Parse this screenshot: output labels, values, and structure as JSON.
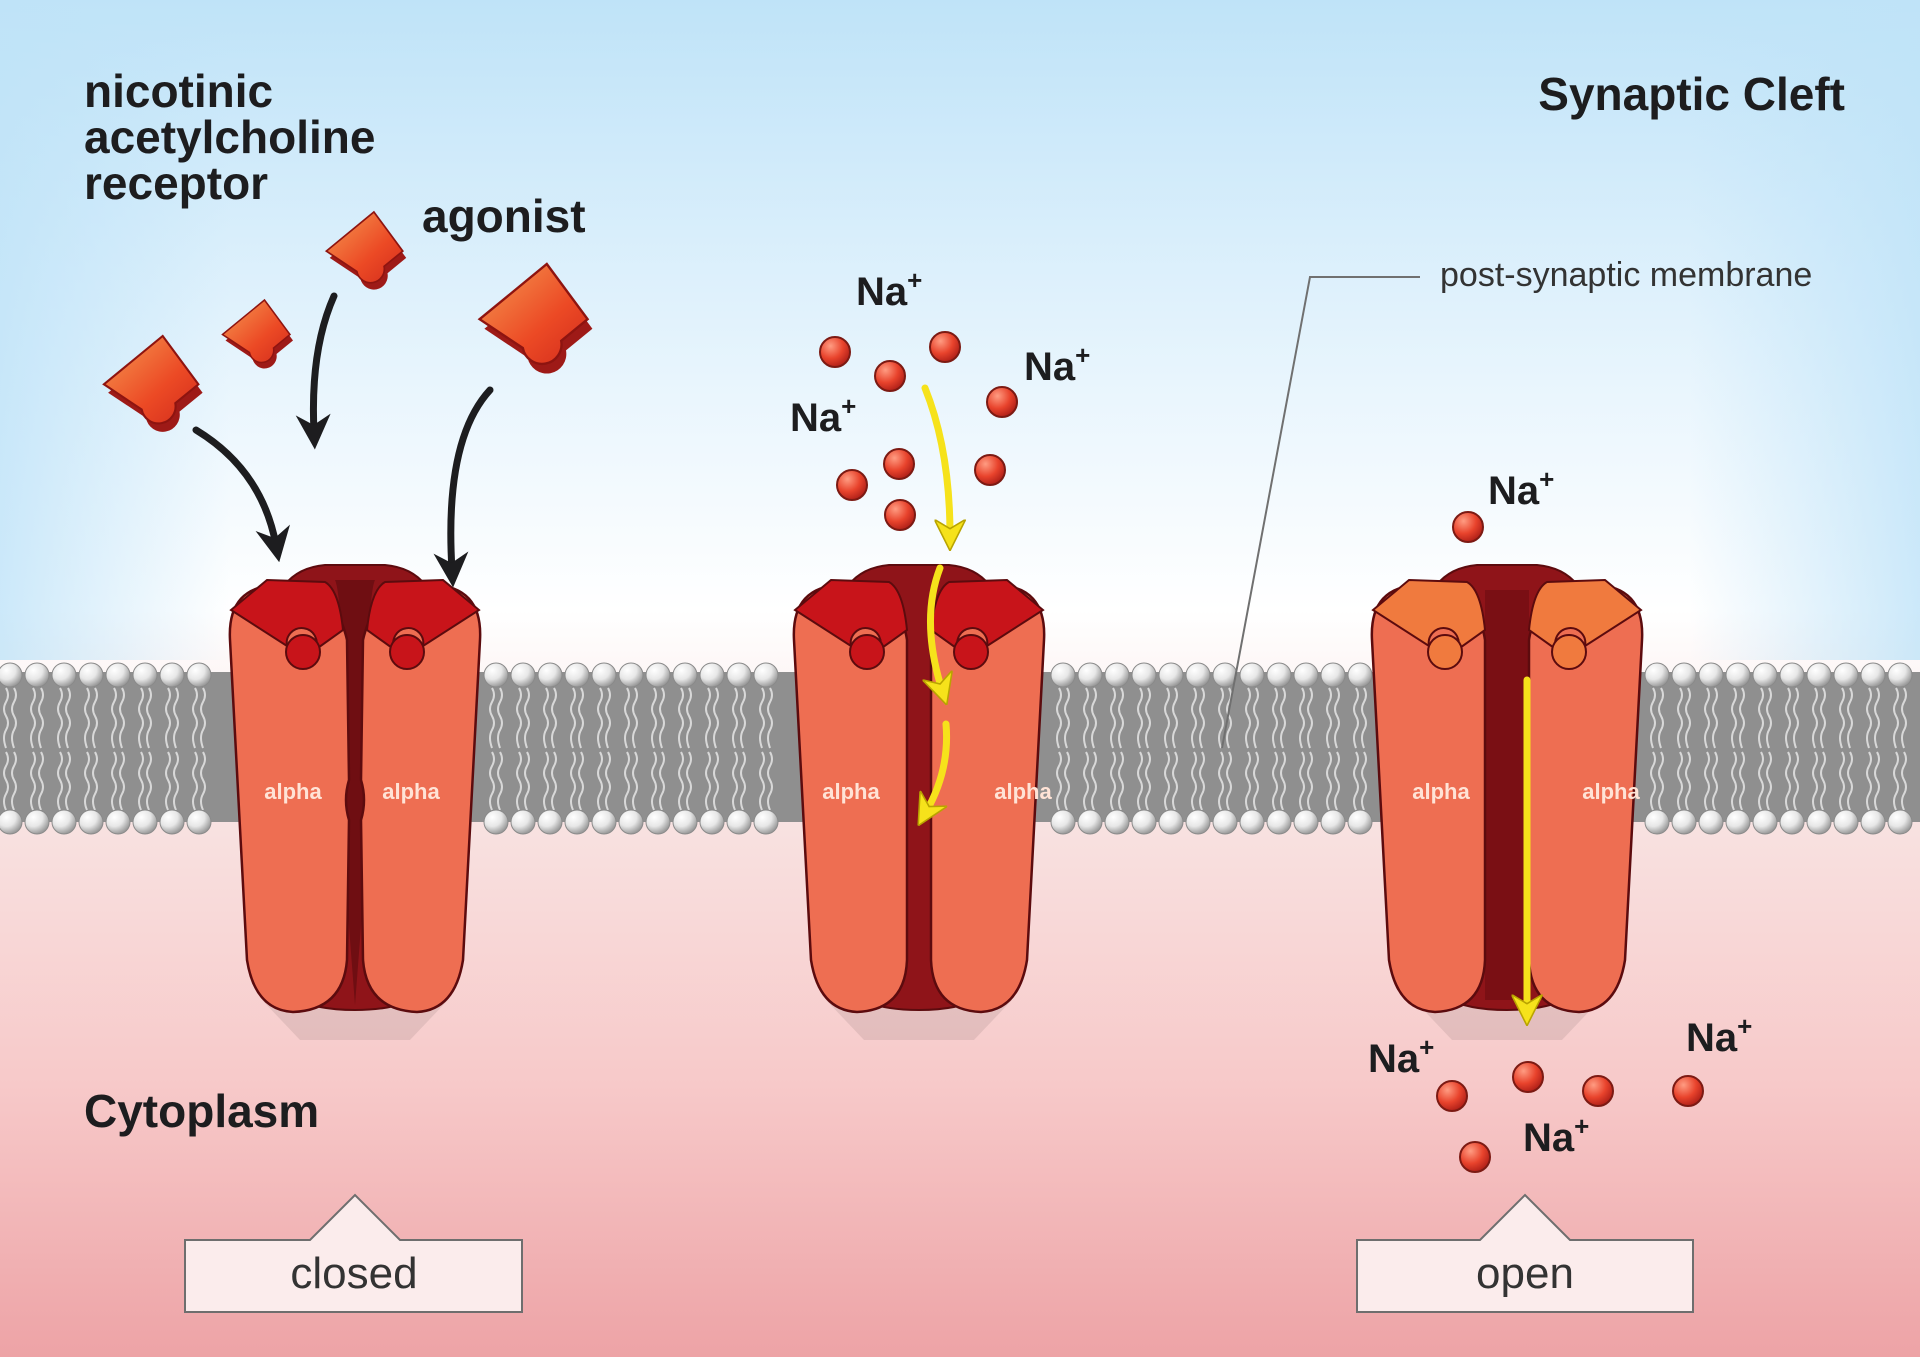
{
  "labels": {
    "receptor": [
      "nicotinic",
      "acetylcholine",
      "receptor"
    ],
    "agonist": "agonist",
    "synaptic_cleft": "Synaptic Cleft",
    "membrane": "post-synaptic membrane",
    "cytoplasm": "Cytoplasm",
    "subunit": "alpha",
    "ion": "Na",
    "charge": "+",
    "state_closed": "closed",
    "state_open": "open"
  },
  "colors": {
    "cleft_top": "#bfe3f8",
    "cytoplasm_bottom": "#eda3a6",
    "subunit": "#ee6e52",
    "subunit_dark": "#8f1419",
    "agonist": "#e8391d",
    "ion": "#e8432c",
    "flow_arrow": "#f6e21b",
    "binding_arrow": "#1d1d1f"
  },
  "icons": [
    "agonist-molecule",
    "sodium-ion",
    "flow-arrow",
    "binding-arrow",
    "lipid-bilayer",
    "ion-channel"
  ]
}
